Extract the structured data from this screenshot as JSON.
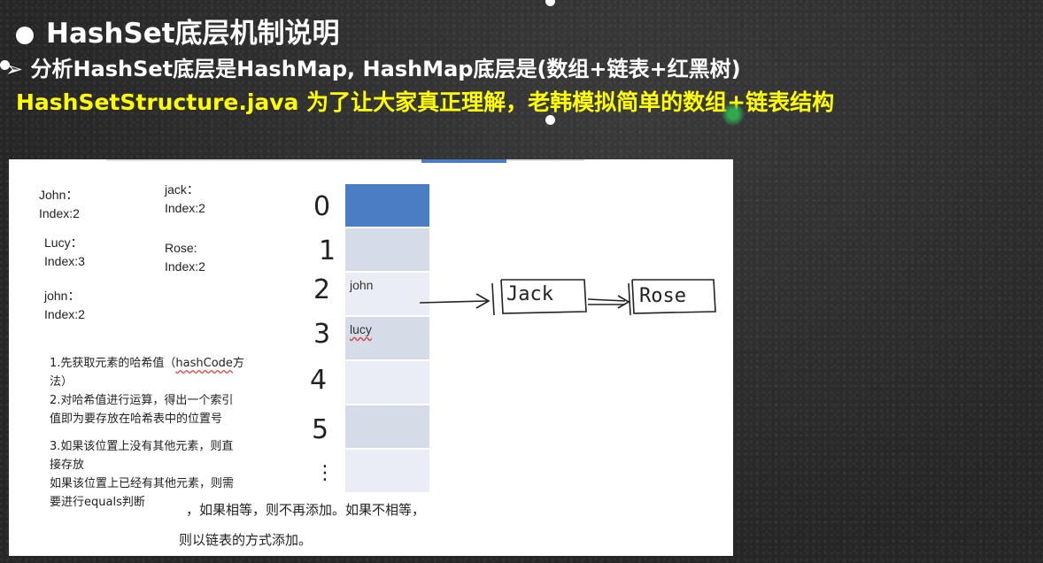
{
  "slide": {
    "title": "HashSet底层机制说明",
    "subtitle": "➢ 分析HashSet底层是HashMap, HashMap底层是(数组+链表+红黑树)",
    "highlight": "HashSetStructure.java  为了让大家真正理解，老韩模拟简单的数组+链表结构"
  },
  "entries": [
    {
      "name": "John：",
      "index": "Index:2"
    },
    {
      "name": "jack：",
      "index": "Index:2"
    },
    {
      "name": "Lucy：",
      "index": "Index:3"
    },
    {
      "name": "Rose:",
      "index": "Index:2"
    },
    {
      "name": "john：",
      "index": "Index:2"
    }
  ],
  "indices": [
    "0",
    "1",
    "2",
    "3",
    "4",
    "5",
    "⋮"
  ],
  "table_slots": [
    "",
    "",
    "john",
    "lucy",
    "",
    "",
    ""
  ],
  "linked_nodes": [
    "Jack",
    "Rose"
  ],
  "steps": {
    "s1a": "1.先获取元素的哈希值（",
    "s1b": "hashCode",
    "s1c": "方",
    "s1d": "法）",
    "s2a": "2.对哈希值进行运算，得出一个索引",
    "s2b": "值即为要存放在哈希表中的位置号",
    "s3a": "3.如果该位置上没有其他元素，则直",
    "s3b": "接存放",
    "s3c": "如果该位置上已经有其他元素，则需",
    "s3d": "要进行equals判断",
    "s3e": "，如果相等，则不再添加。如果不相等，",
    "s3f": "则以链表的方式添加。"
  }
}
